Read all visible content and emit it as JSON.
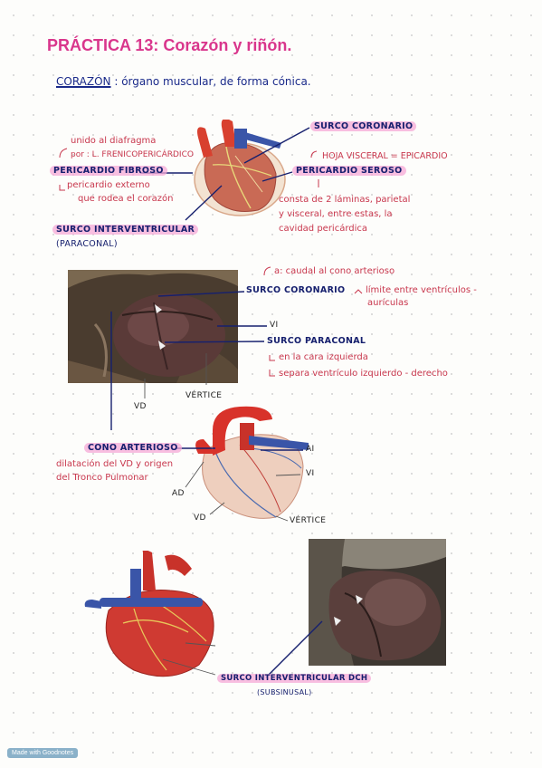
{
  "title": "PRÁCTICA 13: Corazón y riñón.",
  "heading": {
    "term": "CORAZÓN",
    "definition": ": órgano muscular, de forma cónica."
  },
  "fig1": {
    "surco_coronario": "SURCO CORONARIO",
    "unido1": "unido al diafragma",
    "unido2": "por : L. FRENICOPERICÁRDICO",
    "pericardio_fibroso": "PERICARDIO FIBROSO",
    "fib1": "pericardio externo",
    "fib2": "que rodea el corazón",
    "hoja": "HOJA VISCERAL = EPICARDIO",
    "pericardio_seroso": "PERICARDIO SEROSO",
    "ser1": "consta de 2 láminas, parietal",
    "ser2": "y visceral, entre estas, la",
    "ser3": "cavidad pericárdica",
    "surco_iv1": "SURCO INTERVENTRICULAR",
    "surco_iv2": "(PARACONAL)"
  },
  "fig2": {
    "caudal": "a: caudal al cono arterioso",
    "surco_coronario": "SURCO CORONARIO",
    "limite1": "límite entre ventrículos -",
    "limite2": "aurículas",
    "vi": "VI",
    "surco_paraconal": "SURCO PARACONAL",
    "cara": "en la cara izquierda",
    "separa": "separa ventrículo izquierdo - derecho",
    "vd": "VD",
    "vertice": "VÉRTICE"
  },
  "fig3": {
    "cono": "CONO ARTERIOSO",
    "dil1": "dilatación del VD y origen",
    "dil2": "del Tronco Pulmonar",
    "ai": "AI",
    "vi": "VI",
    "ad": "AD",
    "vd": "VD",
    "vertice": "VÉRTICE"
  },
  "fig4": {
    "surco1": "SURCO INTERVENTRICULAR DCH",
    "surco2": "(SUBSINUSAL)"
  },
  "badge": "Made with Goodnotes",
  "colors": {
    "title": "#d9368c",
    "ink_navy": "#16206e",
    "ink_red": "#c8374d",
    "highlight": "#f6a8d7"
  }
}
